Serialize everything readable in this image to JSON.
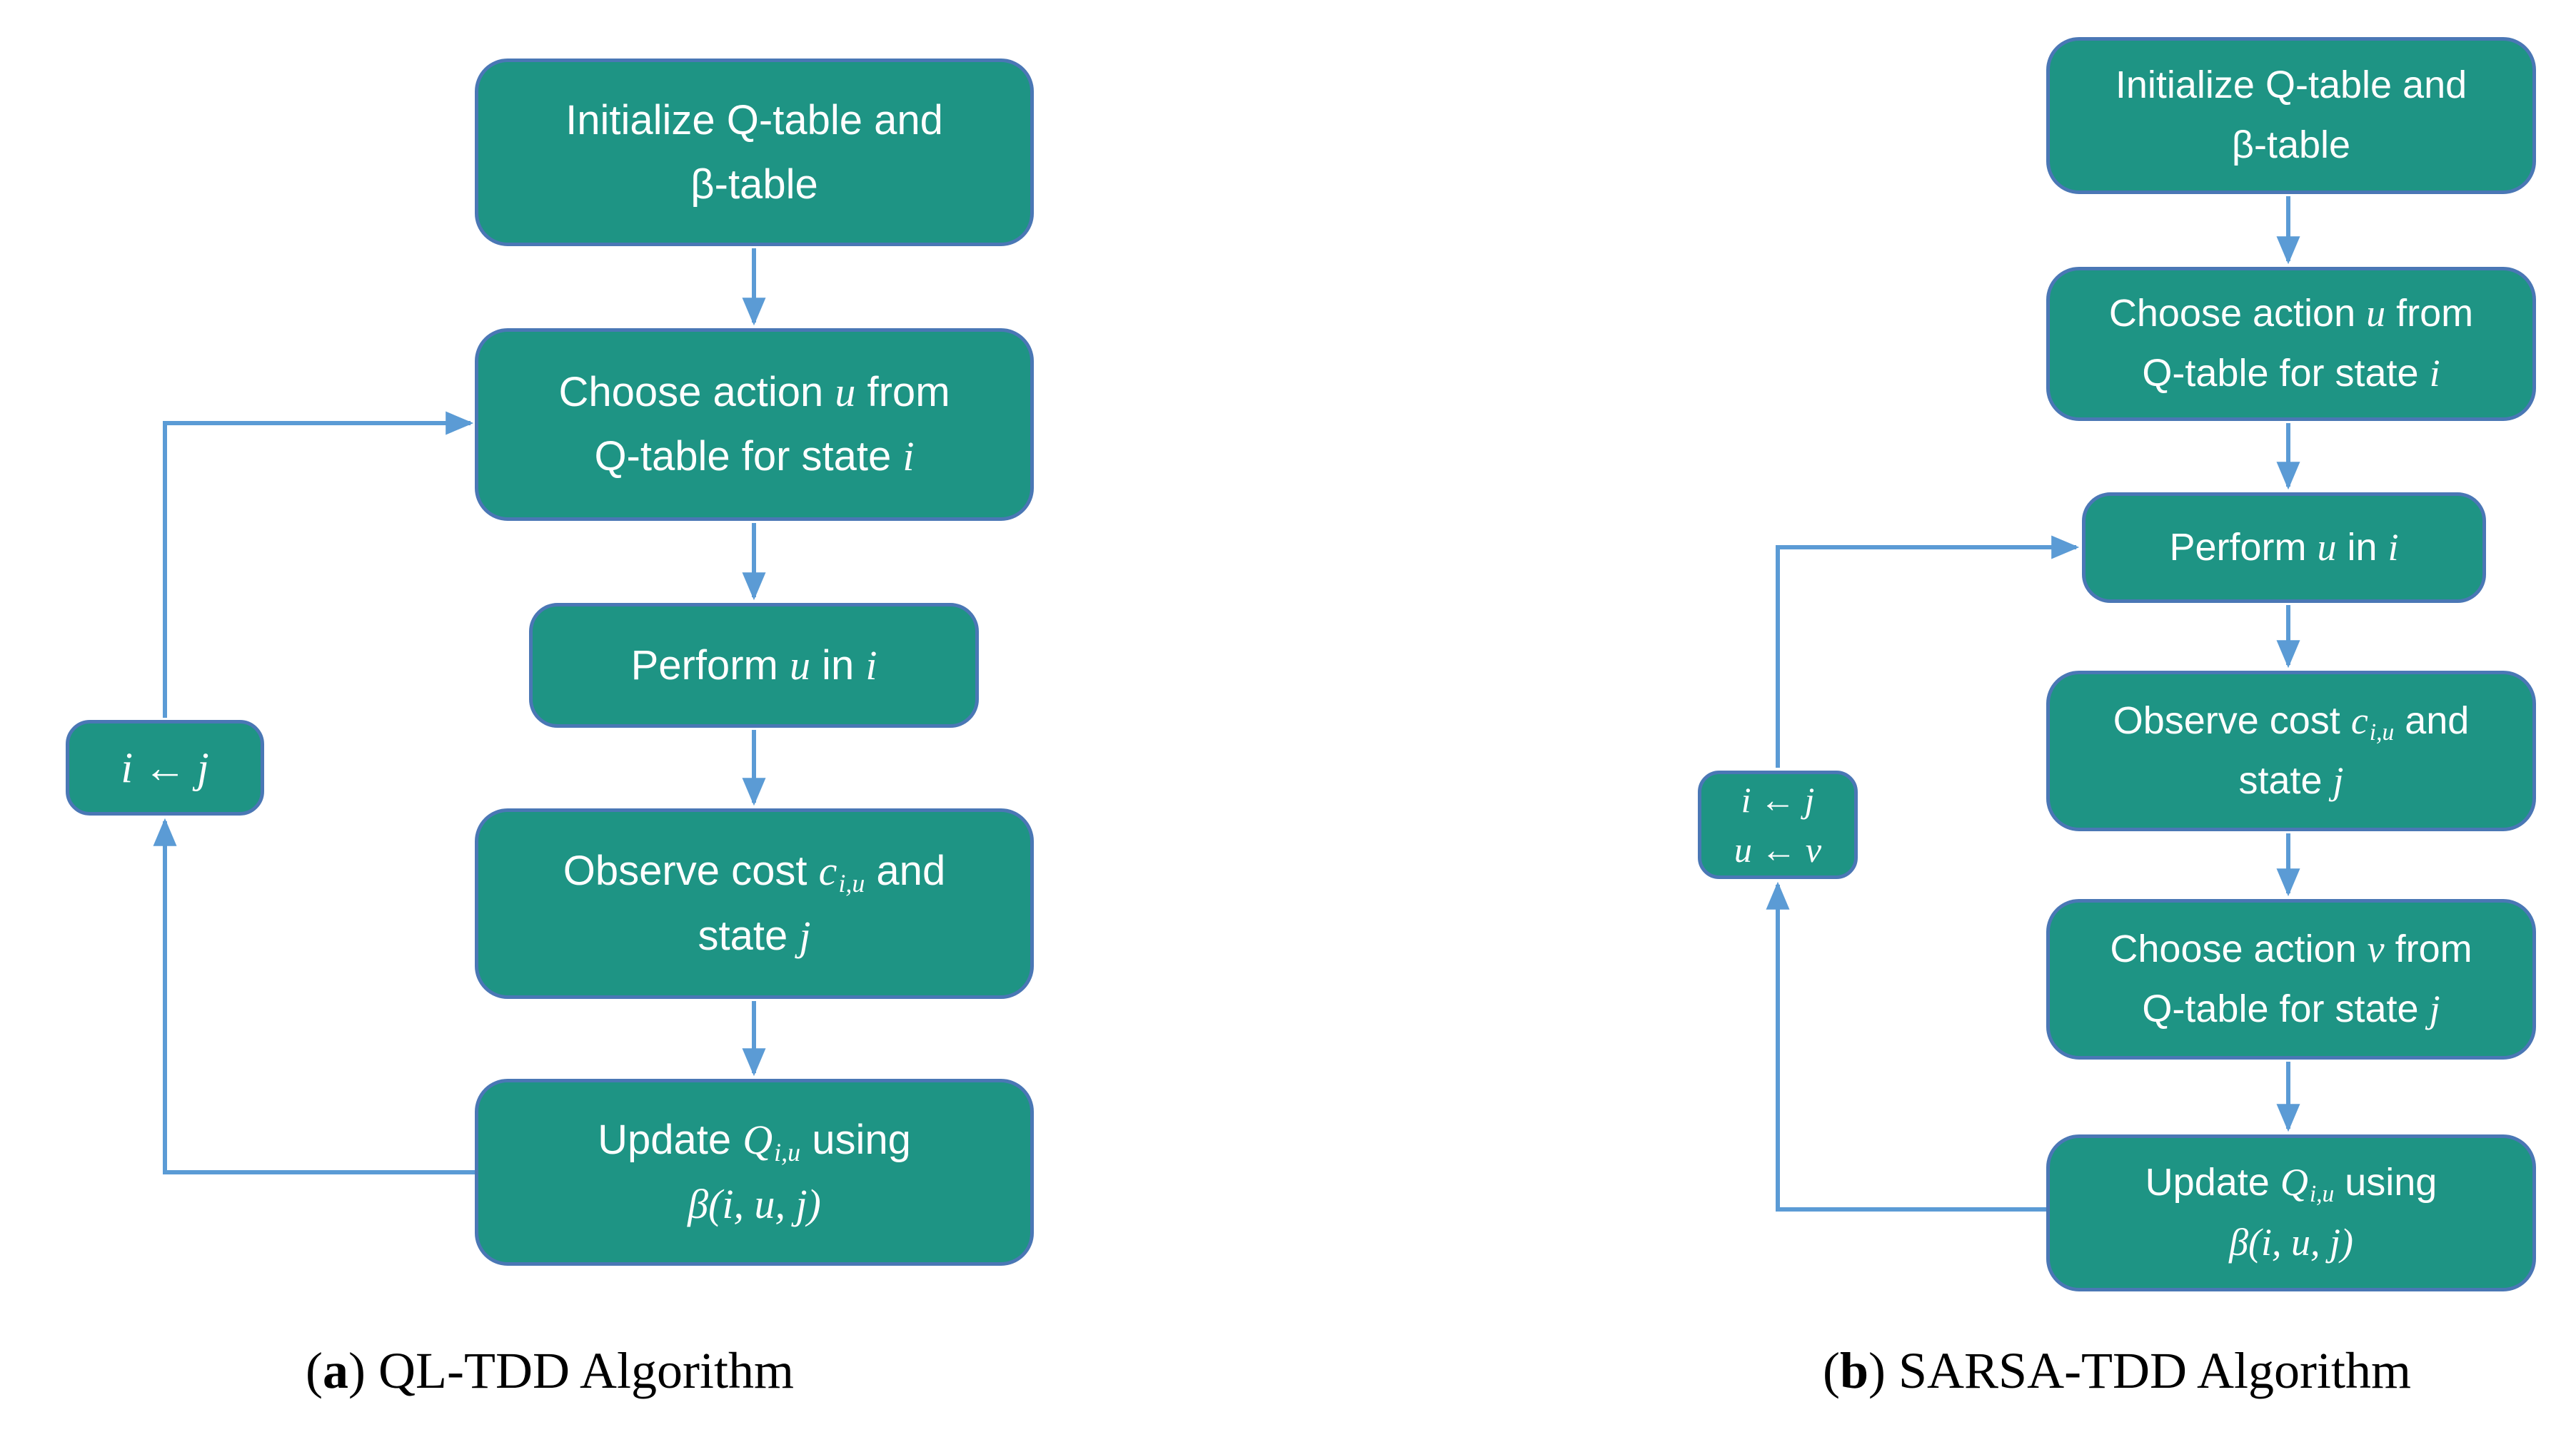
{
  "colors": {
    "background": "#ffffff",
    "box_fill": "#1e9484",
    "box_border": "#4a77b5",
    "box_text": "#ffffff",
    "arrow": "#5b9bd5",
    "caption_text": "#000000"
  },
  "panels": [
    {
      "name": "QL-TDD",
      "caption": [
        [
          {
            "k": "p",
            "t": "("
          },
          {
            "k": "b",
            "t": "a"
          },
          {
            "k": "p",
            "t": ") QL-TDD Algorithm"
          }
        ]
      ],
      "nodes": [
        {
          "lines": [
            [
              {
                "k": "p",
                "t": "Initialize Q-table and"
              }
            ],
            [
              {
                "k": "p",
                "t": "β-table"
              }
            ]
          ]
        },
        {
          "lines": [
            [
              {
                "k": "p",
                "t": "Choose action "
              },
              {
                "k": "m",
                "t": "u"
              },
              {
                "k": "p",
                "t": " from"
              }
            ],
            [
              {
                "k": "p",
                "t": "Q-table for state "
              },
              {
                "k": "m",
                "t": "i"
              }
            ]
          ]
        },
        {
          "lines": [
            [
              {
                "k": "p",
                "t": "Perform "
              },
              {
                "k": "m",
                "t": "u"
              },
              {
                "k": "p",
                "t": " in "
              },
              {
                "k": "m",
                "t": "i"
              }
            ]
          ]
        },
        {
          "lines": [
            [
              {
                "k": "p",
                "t": "Observe cost "
              },
              {
                "k": "m",
                "t": "c"
              },
              {
                "k": "ms",
                "t": "i,u"
              },
              {
                "k": "p",
                "t": " and"
              }
            ],
            [
              {
                "k": "p",
                "t": "state "
              },
              {
                "k": "m",
                "t": "j"
              }
            ]
          ]
        },
        {
          "lines": [
            [
              {
                "k": "p",
                "t": "Update "
              },
              {
                "k": "m",
                "t": "Q"
              },
              {
                "k": "ms",
                "t": "i,u"
              },
              {
                "k": "p",
                "t": " using"
              }
            ],
            [
              {
                "k": "m",
                "t": "β(i, u, j)"
              }
            ]
          ]
        },
        {
          "lines": [
            [
              {
                "k": "m",
                "t": "i ← j"
              }
            ]
          ]
        }
      ]
    },
    {
      "name": "SARSA-TDD",
      "caption": [
        [
          {
            "k": "p",
            "t": "("
          },
          {
            "k": "b",
            "t": "b"
          },
          {
            "k": "p",
            "t": ") SARSA-TDD Algorithm"
          }
        ]
      ],
      "nodes": [
        {
          "lines": [
            [
              {
                "k": "p",
                "t": "Initialize Q-table and"
              }
            ],
            [
              {
                "k": "p",
                "t": "β-table"
              }
            ]
          ]
        },
        {
          "lines": [
            [
              {
                "k": "p",
                "t": "Choose action "
              },
              {
                "k": "m",
                "t": "u"
              },
              {
                "k": "p",
                "t": " from"
              }
            ],
            [
              {
                "k": "p",
                "t": "Q-table for state "
              },
              {
                "k": "m",
                "t": "i"
              }
            ]
          ]
        },
        {
          "lines": [
            [
              {
                "k": "p",
                "t": "Perform "
              },
              {
                "k": "m",
                "t": "u"
              },
              {
                "k": "p",
                "t": " in "
              },
              {
                "k": "m",
                "t": "i"
              }
            ]
          ]
        },
        {
          "lines": [
            [
              {
                "k": "p",
                "t": "Observe cost "
              },
              {
                "k": "m",
                "t": "c"
              },
              {
                "k": "ms",
                "t": "i,u"
              },
              {
                "k": "p",
                "t": " and"
              }
            ],
            [
              {
                "k": "p",
                "t": "state "
              },
              {
                "k": "m",
                "t": "j"
              }
            ]
          ]
        },
        {
          "lines": [
            [
              {
                "k": "p",
                "t": "Choose action "
              },
              {
                "k": "m",
                "t": "v"
              },
              {
                "k": "p",
                "t": " from"
              }
            ],
            [
              {
                "k": "p",
                "t": "Q-table for state "
              },
              {
                "k": "m",
                "t": "j"
              }
            ]
          ]
        },
        {
          "lines": [
            [
              {
                "k": "p",
                "t": "Update "
              },
              {
                "k": "m",
                "t": "Q"
              },
              {
                "k": "ms",
                "t": "i,u"
              },
              {
                "k": "p",
                "t": " using"
              }
            ],
            [
              {
                "k": "m",
                "t": "β(i, u, j)"
              }
            ]
          ]
        },
        {
          "lines": [
            [
              {
                "k": "m",
                "t": "i ← j"
              }
            ],
            [
              {
                "k": "m",
                "t": "u ← v"
              }
            ]
          ]
        }
      ]
    }
  ]
}
